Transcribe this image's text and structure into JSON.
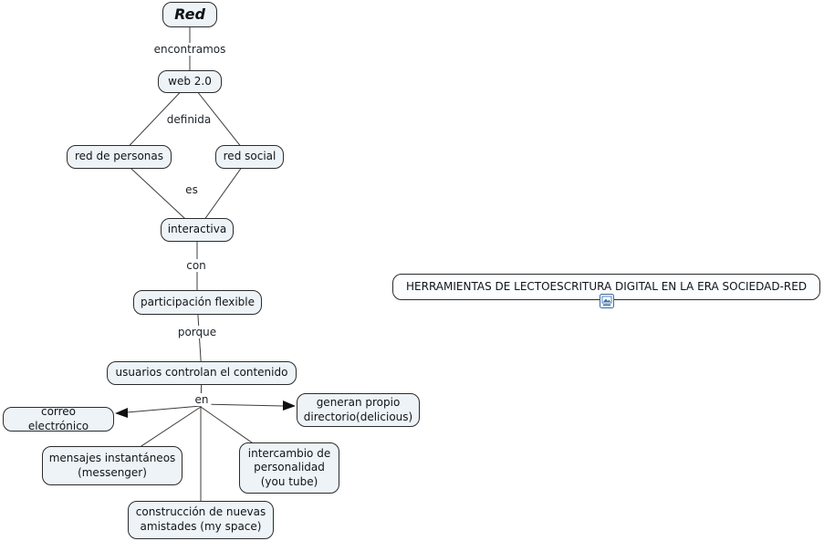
{
  "map": {
    "root": "Red",
    "concepts": {
      "web20": "web 2.0",
      "red_personas": "red de personas",
      "red_social": "red social",
      "interactiva": "interactiva",
      "participacion": "participación flexible",
      "usuarios": "usuarios controlan el contenido",
      "correo": "correo electrónico",
      "mensajes": "mensajes instantáneos (messenger)",
      "construccion": "construcción de nuevas amistades (my space)",
      "intercambio": "intercambio de personalidad (you tube)",
      "generan": "generan propio directorio(delicious)"
    },
    "linking_phrases": {
      "encontramos": "encontramos",
      "definida": "definida",
      "es": "es",
      "con": "con",
      "porque": "porque",
      "en": "en"
    },
    "title_box": "HERRAMIENTAS DE LECTOESCRITURA DIGITAL EN LA ERA SOCIEDAD-RED",
    "resource_icon": "map-resource-icon"
  },
  "colors": {
    "node_bg": "#edf3f7",
    "node_border": "#2b2b2b",
    "line": "#3c3c3c",
    "arrow": "#111111"
  }
}
